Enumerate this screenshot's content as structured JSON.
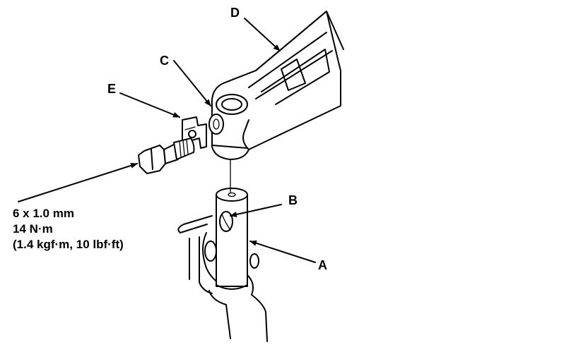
{
  "callouts": {
    "a": "A",
    "b": "B",
    "c": "C",
    "d": "D",
    "e": "E"
  },
  "bolt_spec": {
    "size": "6 x 1.0 mm",
    "torque_nm": "14 N·m",
    "torque_alt": "(1.4 kgf·m, 10 lbf·ft)"
  },
  "colors": {
    "ink": "#000000",
    "paper": "#ffffff"
  }
}
